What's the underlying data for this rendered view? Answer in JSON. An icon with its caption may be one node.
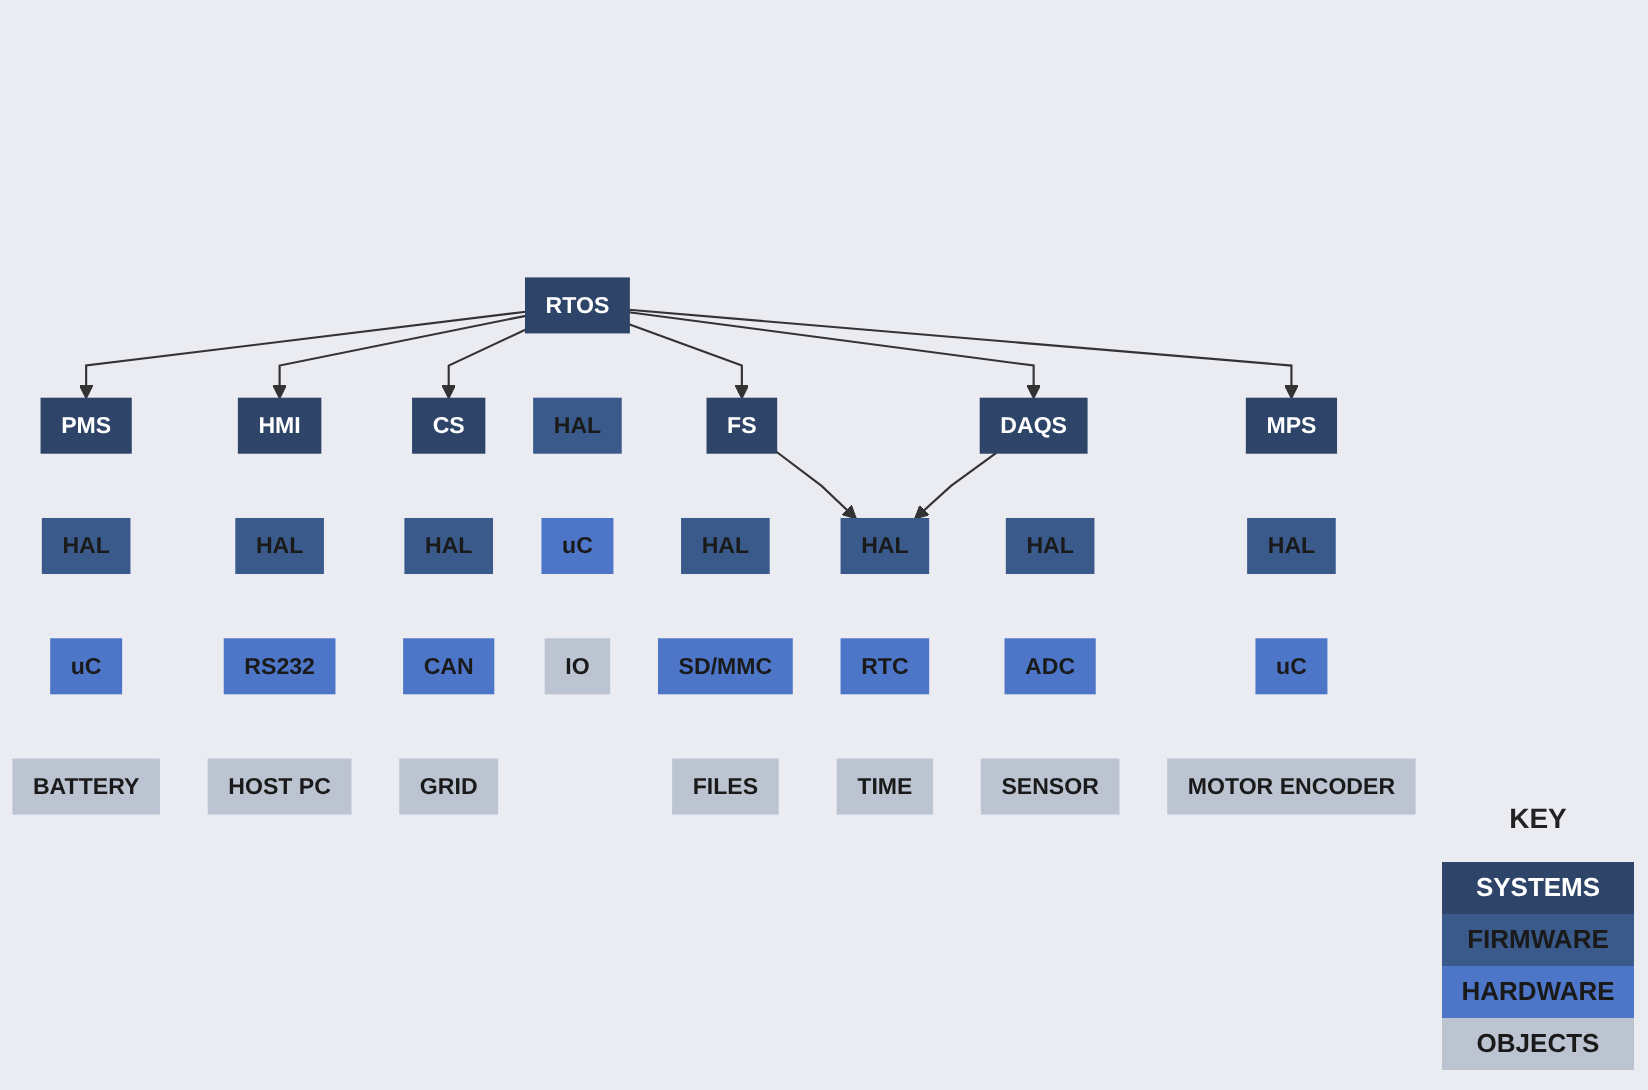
{
  "diagram": {
    "nodes": [
      {
        "text": [
          "PMS"
        ]
      },
      {
        "text": [
          "HAL"
        ]
      },
      {
        "text": [
          "uC"
        ]
      },
      {
        "text": [
          "BATTERY"
        ]
      },
      {
        "text": [
          "CS"
        ]
      },
      {
        "text": [
          "HAL"
        ]
      },
      {
        "text": [
          "CAN"
        ]
      },
      {
        "text": [
          "GRID"
        ]
      },
      {
        "text": [
          "HMI"
        ]
      },
      {
        "text": [
          "HAL"
        ]
      },
      {
        "text": [
          "RS232"
        ]
      },
      {
        "text": [
          "HOST PC"
        ]
      },
      {
        "text": [
          "RTOS"
        ]
      },
      {
        "text": [
          "HAL"
        ]
      },
      {
        "text": [
          "uC"
        ]
      },
      {
        "text": [
          "IO"
        ]
      },
      {
        "text": [
          "MPS"
        ]
      },
      {
        "text": [
          "HAL"
        ]
      },
      {
        "text": [
          "uC"
        ]
      },
      {
        "text": [
          "MOTOR ENCODER"
        ]
      },
      {
        "text": [
          "FS"
        ]
      },
      {
        "text": [
          "HAL"
        ]
      },
      {
        "text": [
          "SD/MMC"
        ]
      },
      {
        "text": [
          "FILES"
        ]
      },
      {
        "text": [
          "DAQS"
        ]
      },
      {
        "text": [
          "HAL"
        ]
      },
      {
        "text": [
          "ADC"
        ]
      },
      {
        "text": [
          "SENSOR"
        ]
      },
      {
        "text": [
          "HAL"
        ]
      },
      {
        "text": [
          "RTC"
        ]
      },
      {
        "text": [
          "TIME"
        ]
      }
    ],
    "edges": [
      {
        "from": 12,
        "to": 0,
        "arrow": "to"
      },
      {
        "from": 12,
        "to": 8,
        "arrow": "to"
      },
      {
        "from": 12,
        "to": 4,
        "arrow": "to"
      },
      {
        "from": 12,
        "to": 20,
        "arrow": "to"
      },
      {
        "from": 12,
        "to": 24,
        "arrow": "to"
      },
      {
        "from": 12,
        "to": 16,
        "arrow": "to"
      },
      {
        "from": 20,
        "to": 28,
        "arrow": "to"
      },
      {
        "from": 24,
        "to": 28,
        "arrow": "to"
      }
    ],
    "labels": [
      "KEY"
    ],
    "legend": [
      {
        "text": "SYSTEMS",
        "color": "#2e4468"
      },
      {
        "text": "FIRMWARE",
        "color": "#3a5a8c"
      },
      {
        "text": "HARDWARE",
        "color": "#4d76c8"
      },
      {
        "text": "OBJECTS",
        "color": "#bcc4d2"
      }
    ]
  }
}
